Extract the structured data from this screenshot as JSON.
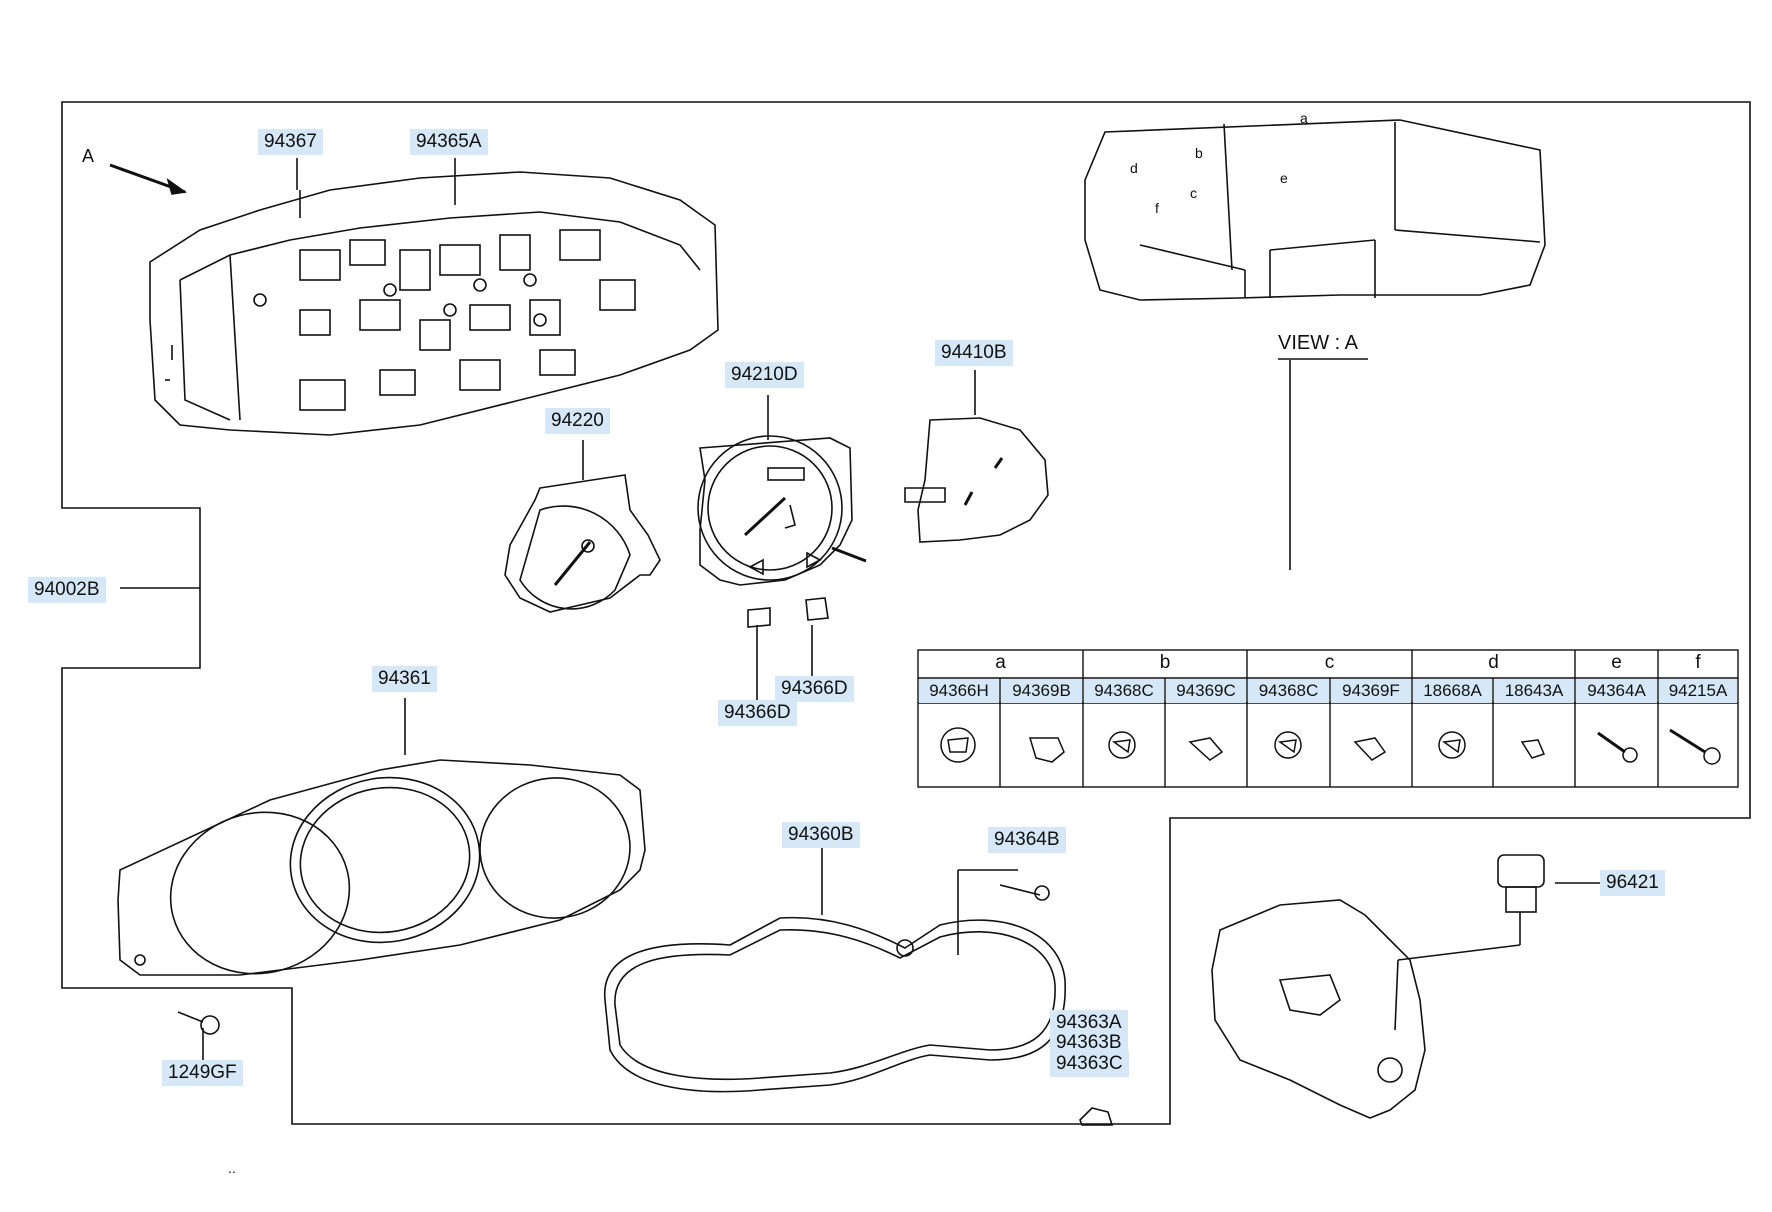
{
  "view_a": {
    "caption": "VIEW : A"
  },
  "arrow_label": "A",
  "callouts": {
    "c94367": "94367",
    "c94365A": "94365A",
    "c94220": "94220",
    "c94210D": "94210D",
    "c94410B": "94410B",
    "c94002B": "94002B",
    "c94361": "94361",
    "c94366D_1": "94366D",
    "c94366D_2": "94366D",
    "c94360B": "94360B",
    "c94364B": "94364B",
    "c96421": "96421",
    "c1249GF": "1249GF",
    "c94363A": "94363A",
    "c94363B": "94363B",
    "c94363C": "94363C"
  },
  "legend": {
    "groups": [
      "a",
      "b",
      "c",
      "d",
      "e",
      "f"
    ],
    "parts": [
      "94366H",
      "94369B",
      "94368C",
      "94369C",
      "94368C",
      "94369F",
      "18668A",
      "18643A",
      "94364A",
      "94215A"
    ]
  },
  "view_letters": {
    "a": "a",
    "b": "b",
    "c": "c",
    "d": "d",
    "e": "e",
    "f": "f"
  },
  "footnote": ".."
}
